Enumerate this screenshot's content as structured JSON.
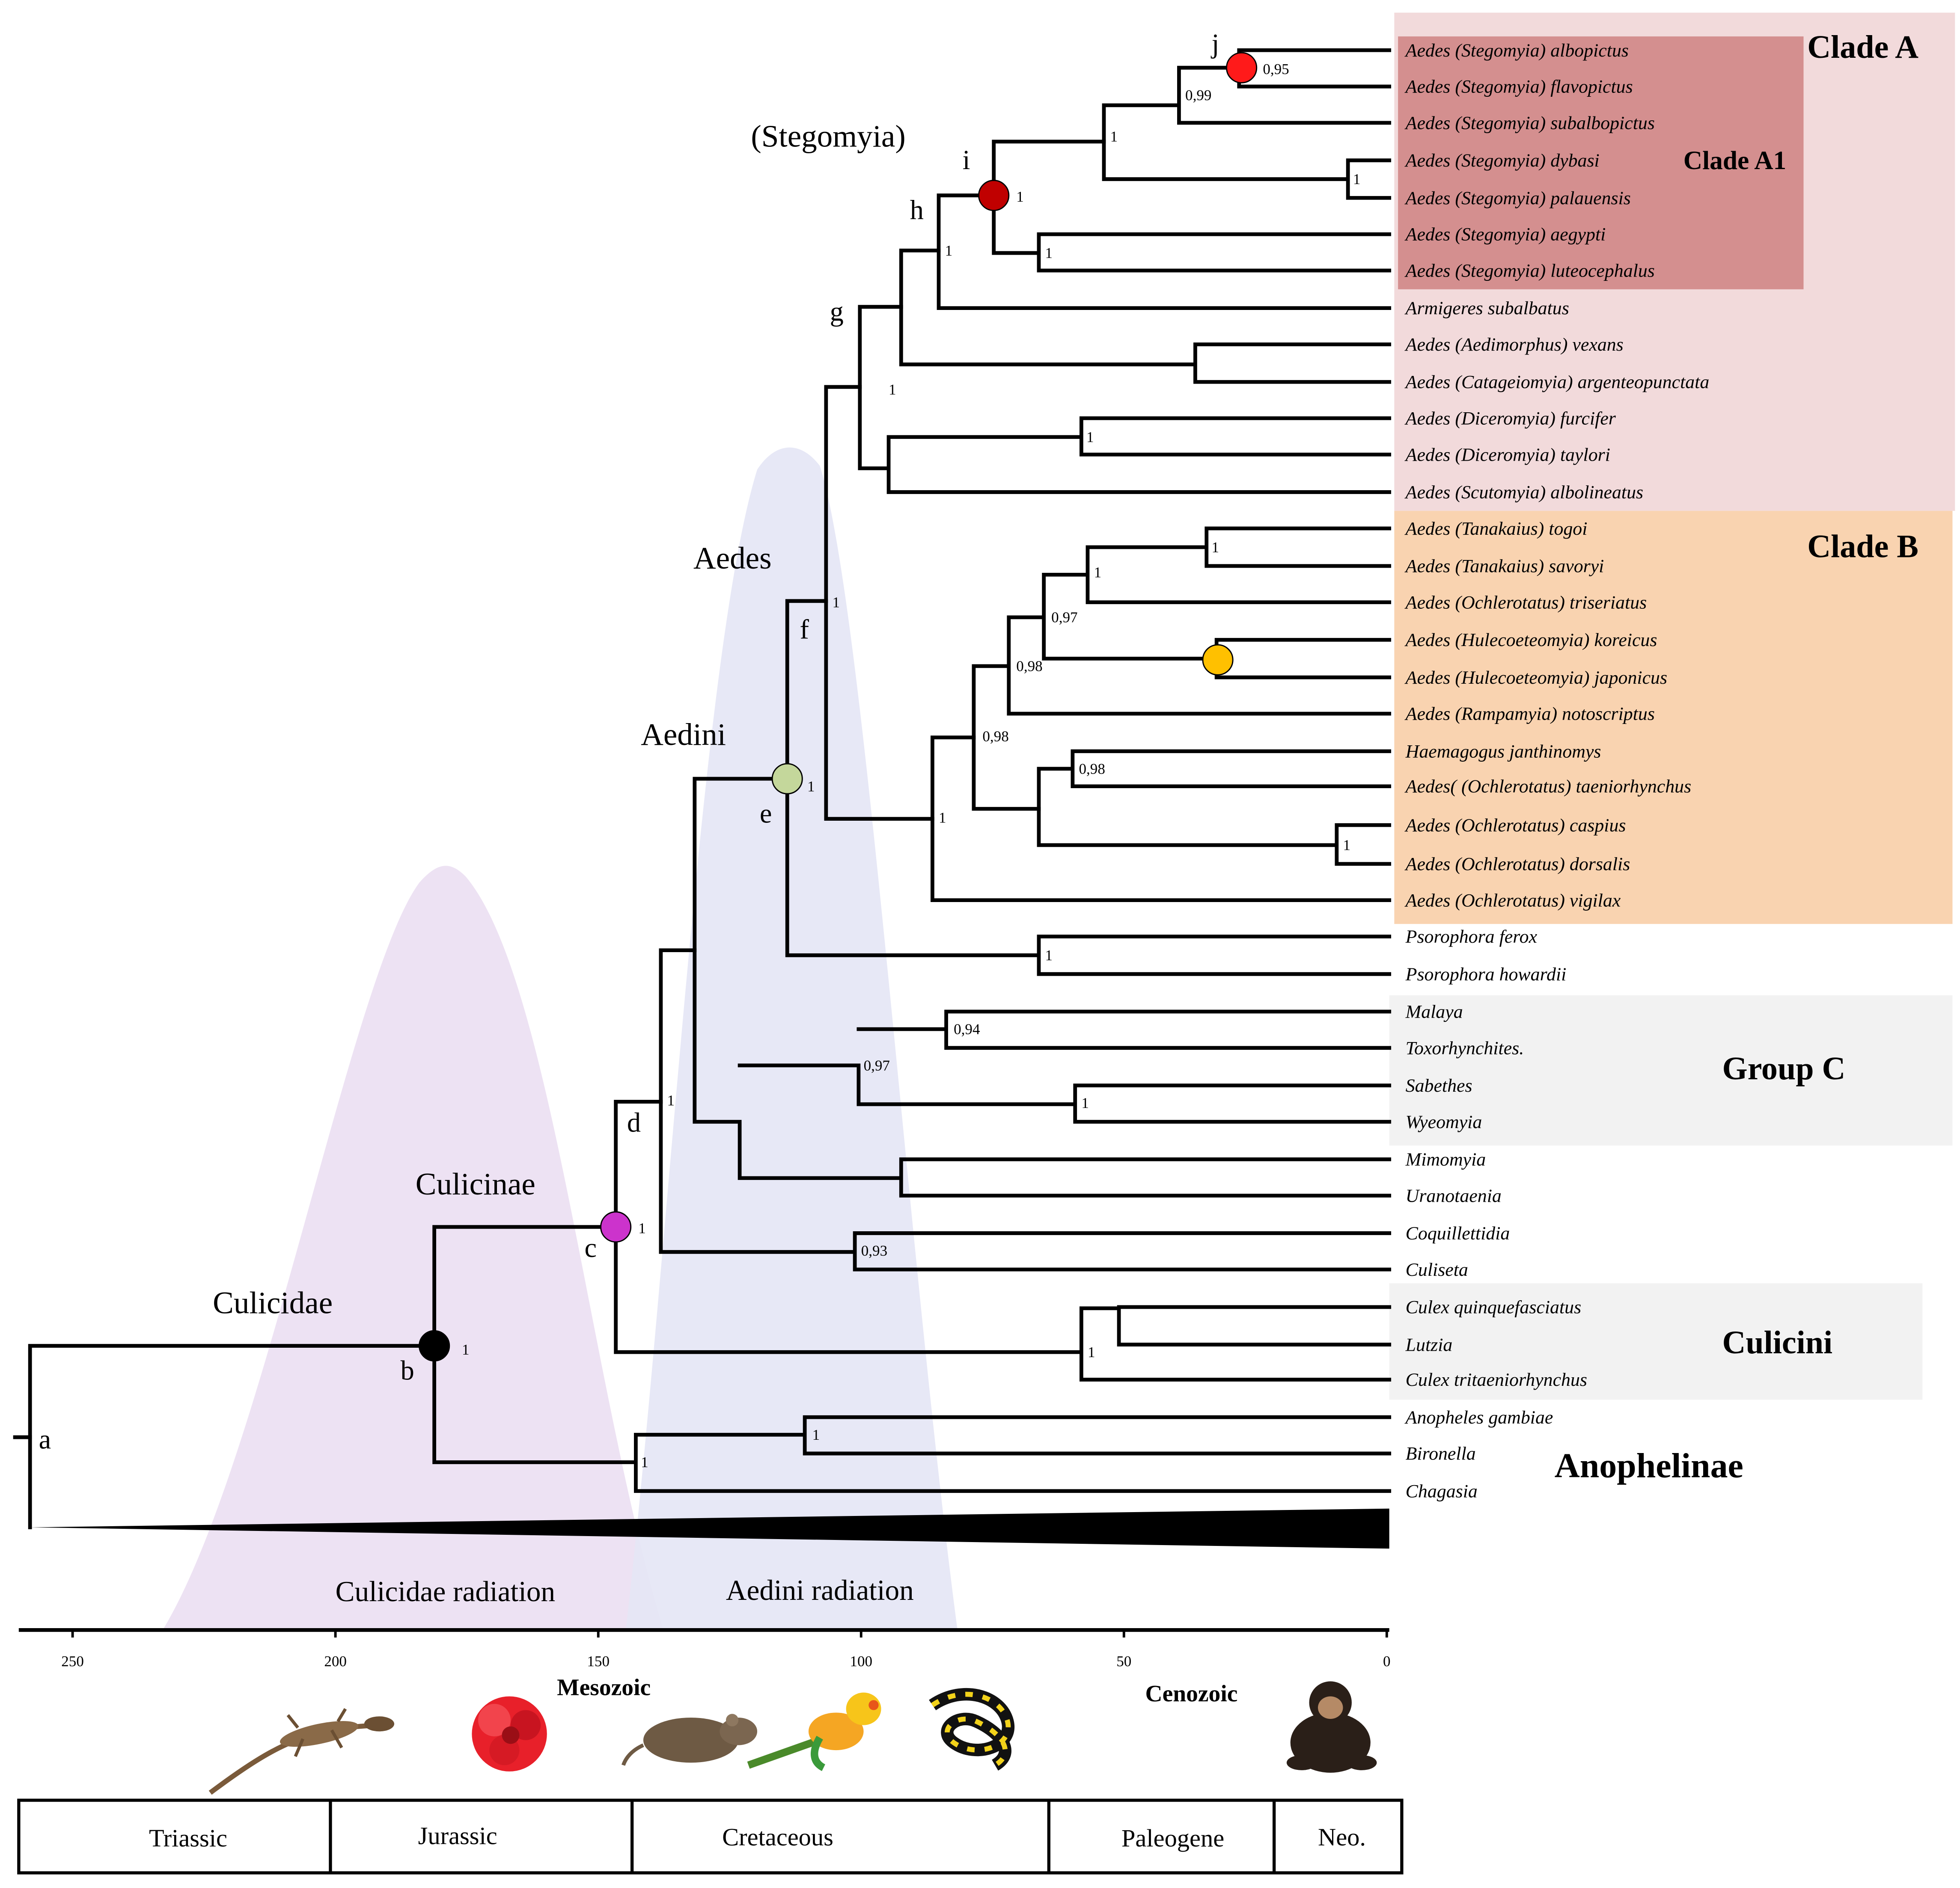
{
  "clades": {
    "clade_a": "Clade A",
    "clade_a1": "Clade A1",
    "clade_b": "Clade B",
    "group_c": "Group C",
    "culicini": "Culicini",
    "anophelinae": "Anophelinae"
  },
  "group_labels": {
    "stegomyia": "(Stegomyia)",
    "aedes": "Aedes",
    "aedini": "Aedini",
    "culicinae": "Culicinae",
    "culicidae": "Culicidae"
  },
  "radiations": {
    "culicidae": "Culicidae radiation",
    "aedini": "Aedini radiation"
  },
  "node_letters": [
    "a",
    "b",
    "c",
    "d",
    "e",
    "f",
    "g",
    "h",
    "i",
    "j"
  ],
  "taxa": [
    "Aedes (Stegomyia) albopictus",
    "Aedes (Stegomyia) flavopictus",
    "Aedes (Stegomyia) subalbopictus",
    "Aedes (Stegomyia)  dybasi",
    "Aedes (Stegomyia) palauensis",
    "Aedes (Stegomyia) aegypti",
    "Aedes (Stegomyia) luteocephalus",
    "Armigeres subalbatus",
    "Aedes (Aedimorphus) vexans",
    "Aedes (Catageiomyia) argenteopunctata",
    "Aedes (Diceromyia) furcifer",
    "Aedes (Diceromyia) taylori",
    "Aedes (Scutomyia) albolineatus",
    "Aedes (Tanakaius) togoi",
    "Aedes (Tanakaius) savoryi",
    "Aedes (Ochlerotatus) triseriatus",
    "Aedes (Hulecoeteomyia) koreicus",
    "Aedes (Hulecoeteomyia) japonicus",
    "Aedes (Rampamyia) notoscriptus",
    "Haemagogus janthinomys",
    "Aedes( (Ochlerotatus) taeniorhynchus",
    "Aedes (Ochlerotatus) caspius",
    "Aedes (Ochlerotatus) dorsalis",
    "Aedes (Ochlerotatus) vigilax",
    "Psorophora ferox",
    "Psorophora howardii",
    "Malaya",
    "Toxorhynchites.",
    "Sabethes",
    "Wyeomyia",
    "Mimomyia",
    "Uranotaenia",
    "Coquillettidia",
    "Culiseta",
    "Culex quinquefasciatus",
    "Lutzia",
    "Culex tritaeniorhynchus",
    "Anopheles gambiae",
    "Bironella",
    "Chagasia"
  ],
  "support": {
    "j": "0,95",
    "albo_flavo_sub": "0,99",
    "steg_inner": "1",
    "dybasi_pal": "1",
    "i": "1",
    "aeg_lut": "1",
    "h": "1",
    "g": "1",
    "diceromyia": "1",
    "f": "1",
    "tanakaius": "1",
    "tan_tri": "1",
    "koreicus_group": "0,97",
    "notoscriptus_group": "0,98",
    "hae_och": "0,98",
    "haemagogus": "0,98",
    "caspius_dorsalis": "1",
    "clade_b_root": "1",
    "e": "1",
    "psorophora": "1",
    "malaya_toxo": "0,94",
    "group_c_inner": "0,97",
    "sabethes_wyeomyia": "1",
    "d": "1",
    "coq_culiseta": "0,93",
    "c": "1",
    "culicini": "1",
    "b": "1",
    "anoph_inner": "1",
    "anophelinae": "1"
  },
  "axis": {
    "ticks": [
      "250",
      "200",
      "150",
      "100",
      "50",
      "0"
    ],
    "eras": [
      "Mesozoic",
      "Cenozoic"
    ],
    "periods": [
      "Triassic",
      "Jurassic",
      "Cretaceous",
      "Paleogene",
      "Neo."
    ]
  },
  "illustrations": [
    "lizard-illustration",
    "flower-illustration",
    "rodent-illustration",
    "parrot-illustration",
    "snake-illustration",
    "chimpanzee-illustration"
  ],
  "colors": {
    "clade_a_bg": "#f2dadb",
    "clade_a1_bg": "#d48f8f",
    "clade_b_bg": "#f9d3b0",
    "group_bg": "#f2f2f2",
    "culicidae_radiation": "#ede2f3",
    "aedini_radiation": "#e5e6f5",
    "node_j": "#ff1a1a",
    "node_i": "#c00000",
    "node_e": "#c4d79b",
    "node_c": "#cc33cc",
    "node_b": "#000000",
    "node_japonicus": "#ffc000"
  }
}
